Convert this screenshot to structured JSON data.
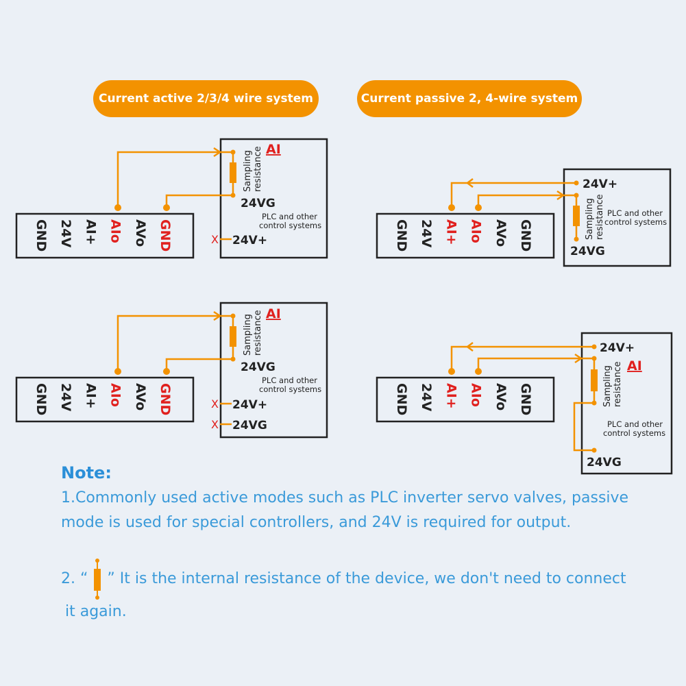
{
  "headers": {
    "active": "Current active 2/3/4 wire system",
    "passive": "Current passive 2, 4-wire system"
  },
  "terminals": {
    "active": [
      "GND",
      "24V",
      "AI+",
      "AIo",
      "AVo",
      "GND"
    ],
    "passive": [
      "GND",
      "24V",
      "AI+",
      "AIo",
      "AVo",
      "GND"
    ]
  },
  "plc": {
    "sampling_line1": "Sampling",
    "sampling_line2": "resistance",
    "ai_label": "AI",
    "v24g": "24VG",
    "v24plus": "24V+",
    "plc_line1": "PLC and other",
    "plc_line2": "control systems",
    "x_mark": "X"
  },
  "colors": {
    "wire": "#f39200",
    "highlight_text": "#e0201e",
    "note_text": "#3a9ad9",
    "box_border": "#222222"
  },
  "note": {
    "title": "Note:",
    "item1": "1.Commonly used active modes such as PLC inverter servo valves, passive mode is used for special controllers, and 24V is required for output.",
    "item2_prefix": "2. “",
    "item2_mid": "”  It is the internal resistance of the device, we don't need to connect",
    "item2_end": "it again."
  }
}
